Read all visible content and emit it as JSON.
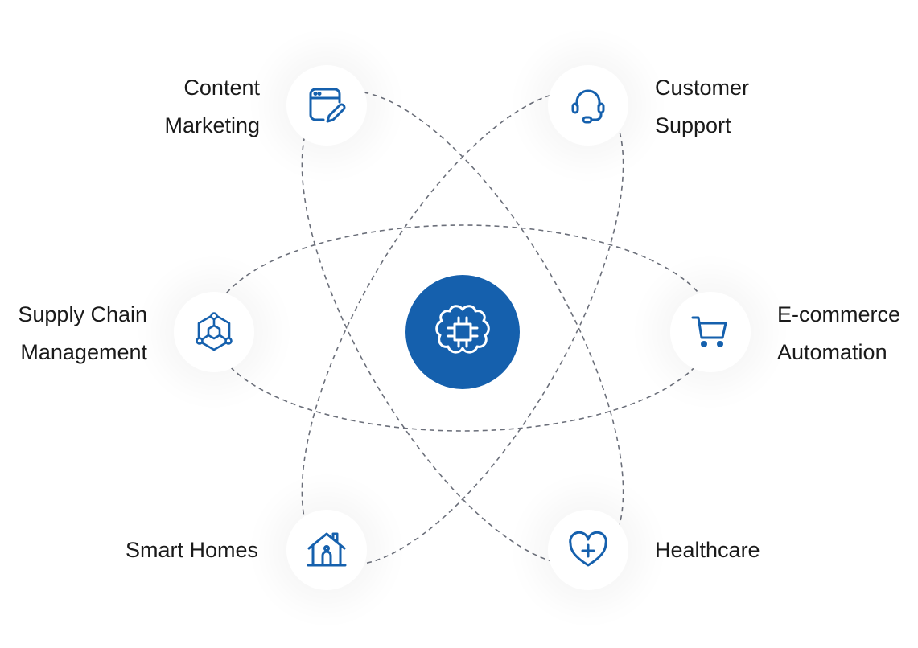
{
  "colors": {
    "accent": "#1560ad",
    "dash": "#6b6f7a",
    "text": "#1a1a1a"
  },
  "hub": {
    "icon": "brain-chip-icon"
  },
  "nodes": [
    {
      "id": "content-marketing",
      "lines": [
        "Content",
        "Marketing"
      ],
      "icon": "browser-edit-icon"
    },
    {
      "id": "customer-support",
      "lines": [
        "Customer",
        "Support"
      ],
      "icon": "headset-icon"
    },
    {
      "id": "supply-chain",
      "lines": [
        "Supply Chain",
        "Management"
      ],
      "icon": "hexagon-network-icon"
    },
    {
      "id": "ecommerce",
      "lines": [
        "E-commerce",
        "Automation"
      ],
      "icon": "shopping-cart-icon"
    },
    {
      "id": "smart-homes",
      "lines": [
        "Smart Homes"
      ],
      "icon": "house-icon"
    },
    {
      "id": "healthcare",
      "lines": [
        "Healthcare"
      ],
      "icon": "heart-plus-icon"
    }
  ]
}
